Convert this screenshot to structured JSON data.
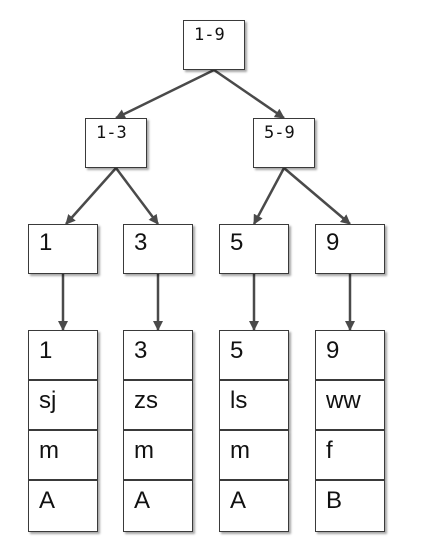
{
  "index": {
    "root": "1-9",
    "left": "1-3",
    "right": "5-9",
    "leaves": [
      "1",
      "3",
      "5",
      "9"
    ]
  },
  "records": [
    [
      "1",
      "sj",
      "m",
      "A"
    ],
    [
      "3",
      "zs",
      "m",
      "A"
    ],
    [
      "5",
      "ls",
      "m",
      "A"
    ],
    [
      "9",
      "ww",
      "f",
      "B"
    ]
  ],
  "colors": {
    "stroke": "#4a4a4a",
    "shadow": "#999999"
  }
}
